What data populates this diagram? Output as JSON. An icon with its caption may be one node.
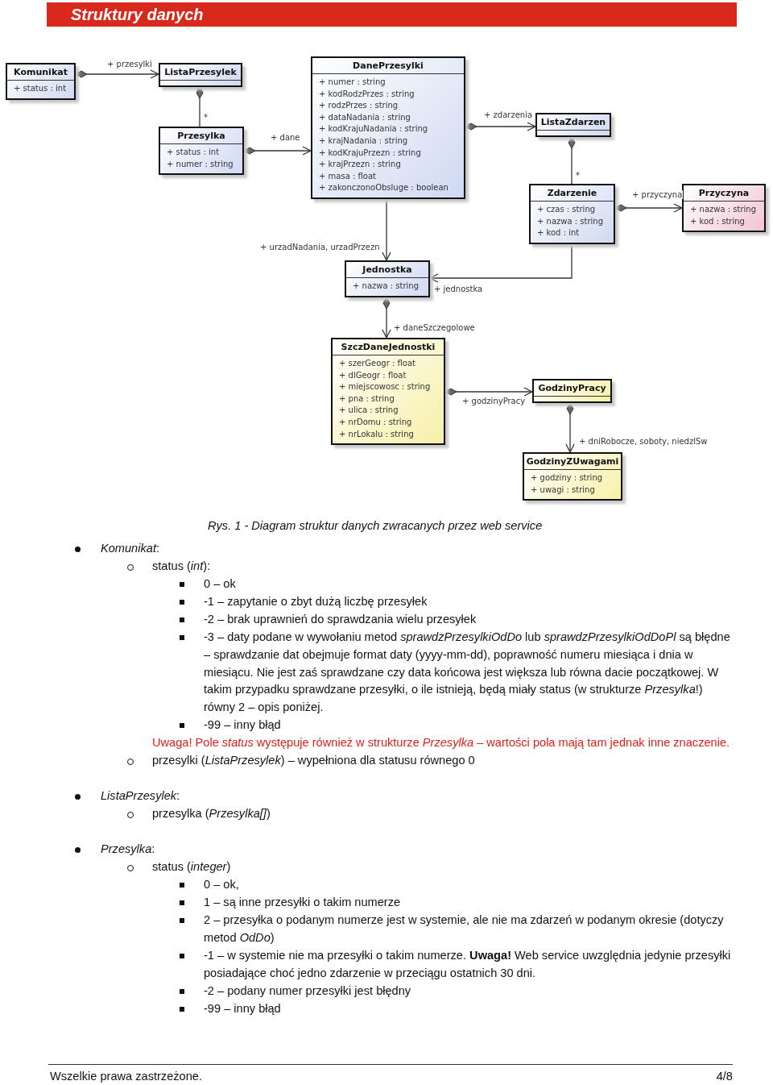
{
  "diagram": {
    "title": "Struktury danych",
    "caption": "Rys. 1 - Diagram struktur danych zwracanych przez web service",
    "nodes": [
      {
        "text": [
          "Komunikat",
          "+ status : int"
        ]
      },
      {
        "text": [
          "ListaPrzesylek"
        ]
      },
      {
        "text": [
          "Przesylka",
          "+ status : int",
          "+ numer : string"
        ]
      },
      {
        "text": [
          "DanePrzesylki",
          "+ numer : string",
          "+ kodRodzPrzes : string",
          "+ rodzPrzes : string",
          "+ dataNadania : string",
          "+ kodKrajuNadania : string",
          "+ krajNadania : string",
          "+ kodKrajuPrzezn : string",
          "+ krajPrzezn : string",
          "+ masa : float",
          "+ zakonczonoObsluge : boolean"
        ]
      },
      {
        "text": [
          "ListaZdarzen"
        ]
      },
      {
        "text": [
          "Zdarzenie",
          "+ czas : string",
          "+ nazwa : string",
          "+ kod : int"
        ]
      },
      {
        "text": [
          "Przyczyna",
          "+ nazwa : string",
          "+ kod : string"
        ]
      },
      {
        "text": [
          "Jednostka",
          "+ nazwa : string"
        ]
      },
      {
        "text": [
          "SzczDaneJednostki",
          "+ szerGeogr : float",
          "+ dlGeogr : float",
          "+ miejscowosc : string",
          "+ pna : string",
          "+ ulica : string",
          "+ nrDomu : string",
          "+ nrLokalu : string"
        ]
      },
      {
        "text": [
          "GodzinyPracy"
        ]
      },
      {
        "text": [
          "GodzinyZUwagami",
          "+ godziny : string",
          "+ uwagi : string"
        ]
      }
    ],
    "edges": [
      {
        "from": 0,
        "to": 1,
        "arrow": "to",
        "label": "+ przesylki"
      },
      {
        "from": 1,
        "to": 2,
        "arrow": "other",
        "label": "*"
      },
      {
        "from": 2,
        "to": 3,
        "arrow": "to",
        "label": "+ dane"
      },
      {
        "from": 3,
        "to": 4,
        "arrow": "to",
        "label": "+ zdarzenia"
      },
      {
        "from": 4,
        "to": 5,
        "arrow": "other",
        "label": "*"
      },
      {
        "from": 5,
        "to": 6,
        "arrow": "to",
        "label": "+ przyczyna"
      },
      {
        "from": 3,
        "to": 7,
        "arrow": "to",
        "label": "+ urzadNadania, urzadPrzezn"
      },
      {
        "from": 5,
        "to": 7,
        "arrow": "to",
        "label": "+ jednostka"
      },
      {
        "from": 7,
        "to": 8,
        "arrow": "to",
        "label": "+ daneSzczegolowe"
      },
      {
        "from": 8,
        "to": 9,
        "arrow": "to",
        "label": "+ godzinyPracy"
      },
      {
        "from": 9,
        "to": 10,
        "arrow": "to",
        "label": "+ dniRobocze, soboty, niedzlSw"
      }
    ],
    "labels": [
      "*Komunikat*:",
      "status (*int*):",
      "0 – ok",
      "-1 – zapytanie o zbyt dużą liczbę przesyłek",
      "-2 – brak uprawnień do sprawdzania wielu przesyłek",
      "-3 – daty podane w wywołaniu metod *sprawdzPrzesylkiOdDo* lub *sprawdzPrzesylkiOdDoPl* są błędne – sprawdzanie dat obejmuje format daty (yyyy-mm-dd), poprawność numeru miesiąca i dnia w miesiącu. Nie jest zaś sprawdzane czy data końcowa jest większa lub równa dacie początkowej. W takim przypadku sprawdzane przesyłki, o ile istnieją, będą miały status (w strukturze *Przesylka*!) równy 2 – opis poniżej.",
      "-99 – inny błąd",
      "Uwaga! Pole *status* występuje również w strukturze *Przesylka* – wartości pola mają tam jednak inne znaczenie.",
      "przesylki (*ListaPrzesylek*) – wypełniona dla statusu równego 0",
      "*ListaPrzesylek*:",
      "przesylka (*Przesylka[]*)",
      "*Przesylka*:",
      "status (*integer*)",
      "0 – ok,",
      "1 – są inne przesyłki o takim numerze",
      "2 – przesyłka o podanym numerze jest w systemie, ale nie ma zdarzeń w podanym okresie (dotyczy metod *OdDo*)",
      "-1 – w systemie nie ma przesyłki o takim numerze. **Uwaga!** Web service uwzględnia jedynie przesyłki posiadające choć jedno zdarzenie w przeciągu ostatnich 30 dni.",
      "-2 – podany numer przesyłki jest błędny",
      "-99 – inny błąd",
      "Wszelkie prawa zastrzeżone.",
      "4/8"
    ]
  }
}
